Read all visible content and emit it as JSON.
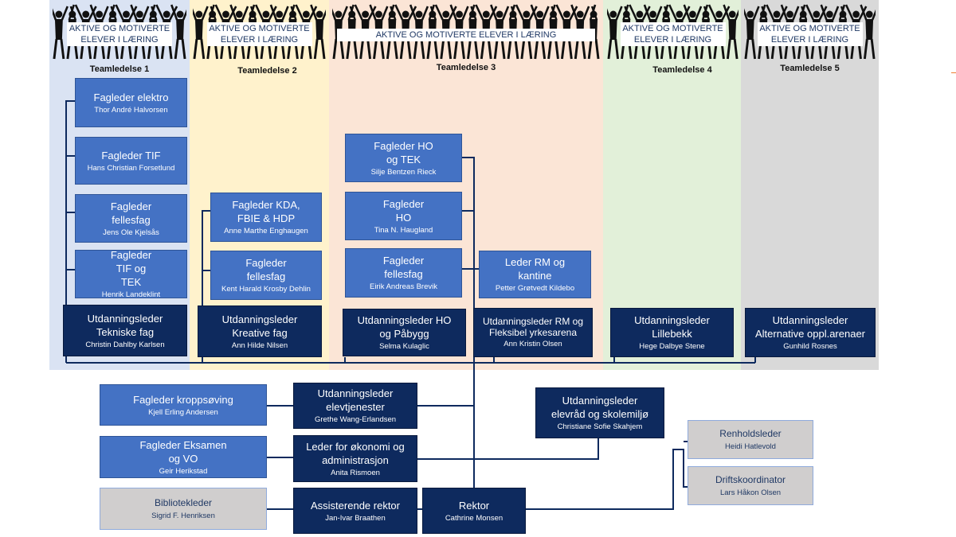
{
  "banner_text": "AKTIVE OG MOTIVERTE ELEVER I LÆRING",
  "colors": {
    "team1": "#dae3f3",
    "team2": "#fff2cc",
    "team3": "#fbe5d6",
    "team4": "#e2f0d9",
    "team5": "#d9d9d9",
    "fagleder": "#4472c4",
    "leder": "#0e2a5e",
    "stab": "#d0cece",
    "lines": "#0e2a5e"
  },
  "teams": [
    {
      "label": "Teamledelse 1"
    },
    {
      "label": "Teamledelse 2"
    },
    {
      "label": "Teamledelse 3"
    },
    {
      "label": "Teamledelse 4"
    },
    {
      "label": "Teamledelse 5"
    }
  ],
  "nodes": {
    "fag_elektro": {
      "title": "Fagleder elektro",
      "name": "Thor André Halvorsen"
    },
    "fag_tif": {
      "title": "Fagleder TIF",
      "name": "Hans Christian Forsetlund"
    },
    "fag_fellesfag1": {
      "title": "Fagleder fellesfag",
      "name": "Jens Ole Kjelsås"
    },
    "fag_tif_tek": {
      "title": "Fagleder TIF og TEK",
      "name": "Henrik Landeklint"
    },
    "ul_tekniske": {
      "title": "Utdanningsleder Tekniske fag",
      "name": "Christin Dahlby Karlsen"
    },
    "fag_kda": {
      "title": "Fagleder KDA, FBIE & HDP",
      "name": "Anne Marthe Enghaugen"
    },
    "fag_fellesfag2": {
      "title": "Fagleder fellesfag",
      "name": "Kent Harald Krosby Dehlin"
    },
    "ul_kreative": {
      "title": "Utdanningsleder Kreative fag",
      "name": "Ann Hilde Nilsen"
    },
    "fag_ho_tek": {
      "title": "Fagleder HO og TEK",
      "name": "Silje Bentzen Rieck"
    },
    "fag_ho": {
      "title": "Fagleder HO",
      "name": "Tina N. Haugland"
    },
    "fag_fellesfag3": {
      "title": "Fagleder fellesfag",
      "name": "Eirik Andreas Brevik"
    },
    "leder_rm": {
      "title": "Leder RM og kantine",
      "name": "Petter Grøtvedt Kildebo"
    },
    "ul_ho_pabygg": {
      "title": "Utdanningsleder HO og Påbygg",
      "name": "Selma Kulaglic"
    },
    "ul_rm": {
      "title": "Utdanningsleder RM og Fleksibel yrkesarena",
      "name": "Ann Kristin Olsen"
    },
    "ul_lillebekk": {
      "title": "Utdanningsleder Lillebekk",
      "name": "Hege Dalbye Stene"
    },
    "ul_alternative": {
      "title": "Utdanningsleder Alternative oppl.arenaer",
      "name": "Gunhild Rosnes"
    },
    "fag_kropp": {
      "title": "Fagleder kroppsøving",
      "name": "Kjell Erling Andersen"
    },
    "ul_elevtjenester": {
      "title": "Utdanningsleder elevtjenester",
      "name": "Grethe Wang-Erlandsen"
    },
    "ul_elevrad": {
      "title": "Utdanningsleder elevråd og skolemiljø",
      "name": "Christiane Sofie Skahjem"
    },
    "fag_eksamen": {
      "title": "Fagleder Eksamen og VO",
      "name": "Geir Herikstad"
    },
    "leder_okonomi": {
      "title": "Leder for økonomi og administrasjon",
      "name": "Anita Rismoen"
    },
    "bibliotek": {
      "title": "Bibliotekleder",
      "name": "Sigrid F. Henriksen"
    },
    "ass_rektor": {
      "title": "Assisterende rektor",
      "name": "Jan-Ivar Braathen"
    },
    "rektor": {
      "title": "Rektor",
      "name": "Cathrine Monsen"
    },
    "renhold": {
      "title": "Renholdsleder",
      "name": "Heidi Hatlevold"
    },
    "drift": {
      "title": "Driftskoordinator",
      "name": "Lars Håkon Olsen"
    }
  }
}
